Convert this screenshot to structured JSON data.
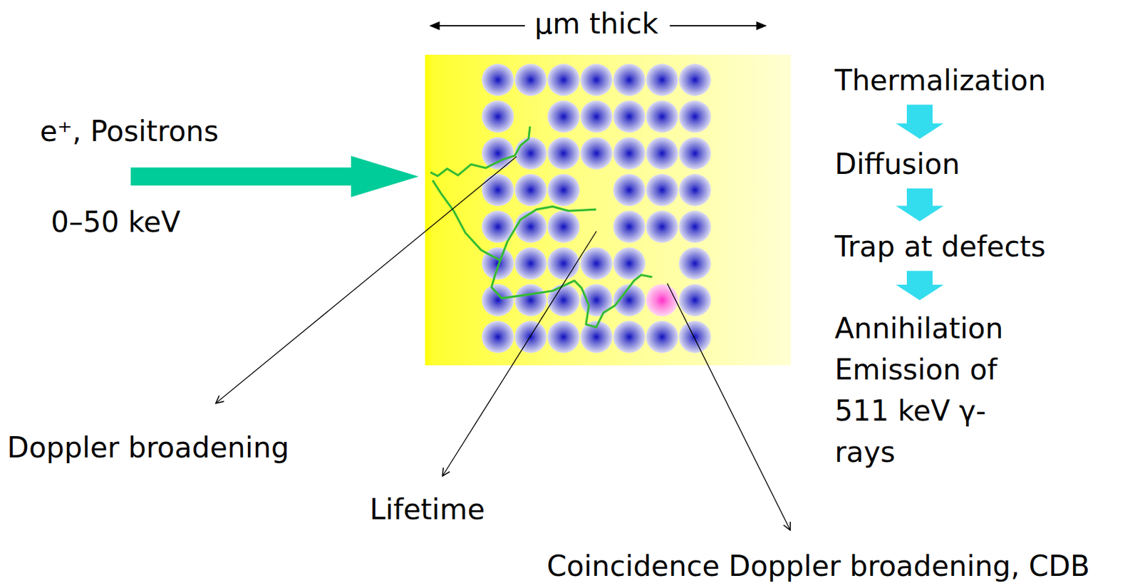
{
  "diagram": {
    "nodes": [
      {
        "text": [
          "Thermalization"
        ]
      },
      {
        "text": [
          "Diffusion"
        ]
      },
      {
        "text": [
          "Trap at defects"
        ]
      },
      {
        "text": [
          "Annihilation Emission of 511 keV γ-rays"
        ]
      }
    ],
    "edges": [
      {
        "from": 0,
        "to": 1,
        "arrow": "to"
      },
      {
        "from": 1,
        "to": 2,
        "arrow": "to"
      },
      {
        "from": 2,
        "to": 3,
        "arrow": "to"
      }
    ],
    "labels": [
      "μm thick",
      "e⁺, Positrons",
      "0–50 keV",
      "Doppler broadening",
      "Lifetime",
      "Coincidence Doppler broadening, CDB"
    ]
  }
}
